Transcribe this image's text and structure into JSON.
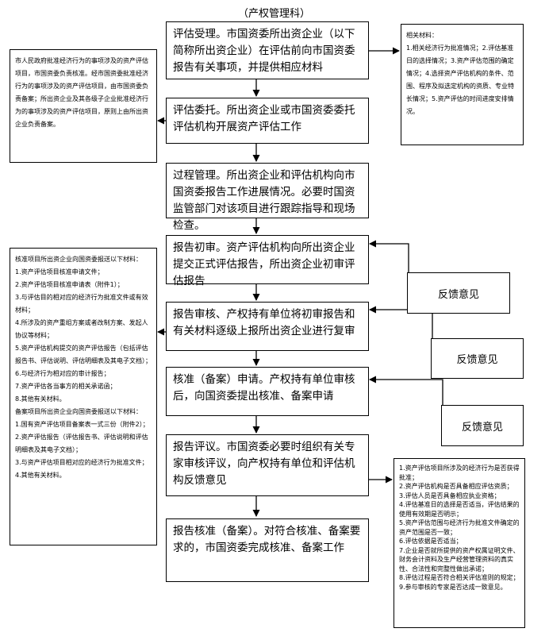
{
  "title": "（产权管理科）",
  "steps": [
    "评估受理。市国资委所出资企业（以下简称所出资企业）在评估前向市国资委报告有关事项，并提供相应材料",
    "评估委托。所出资企业或市国资委委托评估机构开展资产评估工作",
    "过程管理。所出资企业和评估机构向市国资委报告工作进展情况。必要时国资监管部门对该项目进行跟踪指导和现场检查。",
    "报告初审。资产评估机构向所出资企业提交正式评估报告，所出资企业初审评估报告",
    "报告审核、产权持有单位将初审报告和有关材料逐级上报所出资企业进行复审",
    "核准（备案）申请。产权持有单位审核后，向国资委提出核准、备案申请",
    "报告评议。市国资委必要时组织有关专家审核评议，向产权持有单位和评估机构反馈意见",
    "报告核准（备案）。对符合核准、备案要求的，市国资委完成核准、备案工作"
  ],
  "feedback": [
    "反馈意见",
    "反馈意见",
    "反馈意见"
  ],
  "notes": {
    "related_materials": "相关材料：\n1.相关经济行为批准情况；2.评估基准日的选择情况；3.资产评估范围的确定情况；4.选择资产评估机构的条件、范围、程序及拟选定机构的资质、专业特长情况；5.资产评估的时间进度安排情况。",
    "approval_scope": "市人民政府批准经济行为的事项涉及的资产评估项目，市国资委负责核准。经市国资委批准经济行为的事项涉及的资产评估项目，由市国资委负责备案；所出资企业及其各级子企业批准经济行为的事项涉及的资产评估项目，原则上由所出资企业负责备案。",
    "submission_materials": "核准项目所出资企业向国资委报送以下材料：\n1.资产评估项目核准申请文件；\n2.资产评估项目核准申请表（附件1）；\n3.与评估目的相对应的经济行为批准文件或有效材料；\n4.所涉及的资产重组方案或者改制方案、发起人协议等材料；\n5.资产评估机构提交的资产评估报告（包括评估报告书、评估说明、评估明细表及其电子文档）；\n6.与经济行为相对应的审计报告；\n7.资产评估各当事方的相关承诺函；\n8.其他有关材料。\n备案项目所出资企业向国资委报送以下材料：\n1.国有资产评估项目备案表一式三份（附件2）；\n2.资产评估报告（评估报告书、评估说明和评估明细表及其电子文档）；\n3.与资产评估项目相对应的经济行为批准文件；\n4.其他有关材料。",
    "review_points": "1.资产评估项目所涉及的经济行为是否获得批准；\n2.资产评估机构是否具备相应评估资质；\n3.评估人员是否具备相应执业资格；\n4.评估基准日的选择是否适当，评估结果的使用有效期是否明示；\n5.资产评估范围与经济行为批准文件确定的资产范围是否一致；\n6.评估依据是否适当；\n7.企业是否就所提供的资产权属证明文件、财务会计资料及生产经营管理资料的真实性、合法性和完整性做出承诺；\n8.评估过程是否符合相关评估准则的规定；\n9.参与审核的专家是否达成一致意见。"
  }
}
